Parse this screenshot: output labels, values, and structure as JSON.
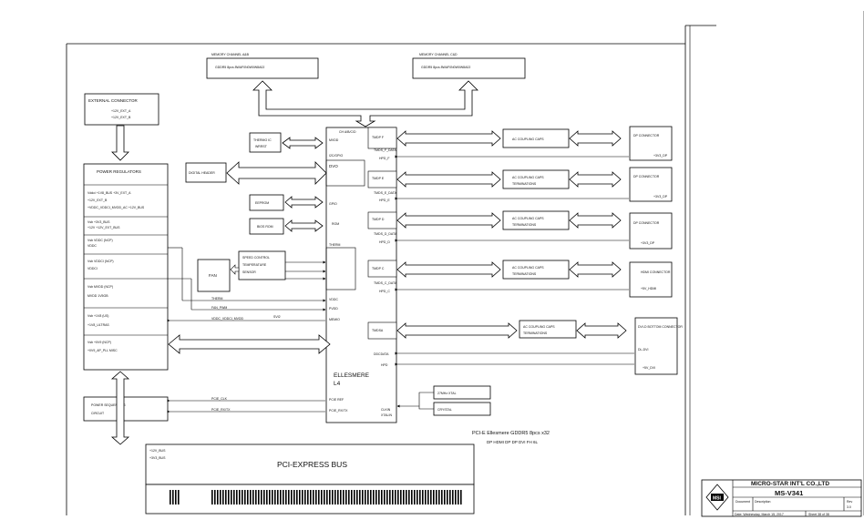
{
  "title_block": {
    "company": "MICRO-STAR INT'L CO.,LTD",
    "model": "MS-V341",
    "rev_label": "Rev",
    "rev_value": "3.0",
    "doc_label": "Document",
    "desc_label": "Description",
    "date_row": "Date: Wednesday, March 15, 2017",
    "sheet_row": "Sheet 38 of 38",
    "logo_text": "MSI"
  },
  "memory": {
    "ab_title": "MEMORY CHANNEL A&B",
    "ab_body": "GDDR5 8pcs 8WAF0N0W0W8A02",
    "cd_title": "MEMORY CHANNEL C&D",
    "cd_body": "GDDR5 8pcs 8WAF0N0W0W8A02"
  },
  "external_connector": {
    "title": "EXTERNAL CONNECTOR",
    "line1": "+12V_EXT_A",
    "line2": "+12V_EXT_B"
  },
  "power_regulators": {
    "title": "POWER REGULATORS",
    "rows": [
      {
        "a": "Vddci  +1V8_BUS  +3V_EXT_A",
        "b": "+12V_EXT_B",
        "c": "+VDDC_VDDCI_MVDD_AC +12V_BUS"
      },
      {
        "a": "Vsb  +3V3_BUS",
        "b": "+12V +12V_EXT_BUS"
      },
      {
        "a": "Vsb  VDDC  (NCP)",
        "b": "VDDC"
      },
      {
        "a": "Vsb  VDDCI  (NCP)",
        "b": "VDDCI"
      },
      {
        "a": "Vsb  MVDD  (NCP)",
        "b": "MVDD  1V5GB"
      },
      {
        "a": "Vsb  +1V8  (US)",
        "b": "+1V8_ULTRAS"
      },
      {
        "a": "Vsb  +0V9  (NCP)",
        "b": "+0V9_AP_PLL  MISC"
      }
    ]
  },
  "gpu": {
    "top_label": "CH A/B/C/D",
    "mvdd_label": "MVDD",
    "side_labels": [
      "I2C/GPIO",
      "DVO",
      "GPIO",
      "ROM",
      "THERM",
      "VDDC",
      "PVDD",
      "MEMIO",
      "PCIE REF",
      "CLKIN"
    ],
    "name": "ELLESMERE",
    "variant": "L4",
    "bottom_left": "PCIE_RX/TX",
    "bottom_right": "XTALIN"
  },
  "left_blocks": {
    "pwm": "THERMO IC",
    "pwm_sub": "WRRST",
    "dvo": "DIGITAL HEADER",
    "bios": "BIOS ROM",
    "i2c": "EEPROM",
    "fan_ctrl": "SPEED CONTROL",
    "fan_ctrl2": "TEMPERATURE",
    "fan_ctrl3": "SENSOR",
    "fan": "FAN"
  },
  "left_signals": [
    "THERM",
    "FAN_PWM",
    "VDDC_VDDCI_MVDD",
    "SVI2",
    "PCIE_CLK",
    "PCIE_RX/TX"
  ],
  "tmds": [
    {
      "name": "TMDP F",
      "ac": "AC COUPLING CAPS",
      "term": "",
      "conn": "DP CONNECTOR",
      "conn_sub": "+3V3_DP",
      "sig1": "TMDS_F_DATA",
      "sig2": "HPD_F"
    },
    {
      "name": "TMDP E",
      "ac": "AC COUPLING CAPS",
      "term": "TERMINATIONS",
      "conn": "DP CONNECTOR",
      "conn_sub": "+3V3_DP",
      "sig1": "TMDS_E_DATA",
      "sig2": "HPD_E"
    },
    {
      "name": "TMDP D",
      "ac": "AC COUPLING CAPS",
      "term": "TERMINATIONS",
      "conn": "DP CONNECTOR",
      "conn_sub": "+3V3_DP",
      "sig1": "TMDS_D_DATA",
      "sig2": "HPD_D"
    },
    {
      "name": "TMDP C",
      "ac": "AC COUPLING CAPS",
      "term": "TERMINATIONS",
      "conn": "HDMI CONNECTOR",
      "conn_sub": "+5V_HDMI",
      "sig1": "TMDS_C_DATA",
      "sig2": "HPD_C"
    }
  ],
  "tmdsa": {
    "name": "TMDSA",
    "ac": "AC COUPLING CAPS",
    "term": "TERMINATIONS",
    "conn": "DVI-D BOTTOM CONNECTOR",
    "conn_sub": "DL-DVI",
    "conn_sub2": "+5V_DVI",
    "sig1": "DDCDATA",
    "sig2": "HPD"
  },
  "crystal": {
    "a": "27MHz XTAL",
    "b": "CRYSTAL"
  },
  "power_sequence": {
    "title": "POWER SEQUENCING",
    "sub": "CIRCUIT"
  },
  "pcie": {
    "label": "PCI-EXPRESS  BUS",
    "left1": "+12V_BUS",
    "left2": "+3V3_BUS"
  },
  "caption": {
    "line1": "PCI-E Ellesmere GDDR5 8pcs x32",
    "line2": "DP HDMI DP DP DVI FH 6L"
  }
}
